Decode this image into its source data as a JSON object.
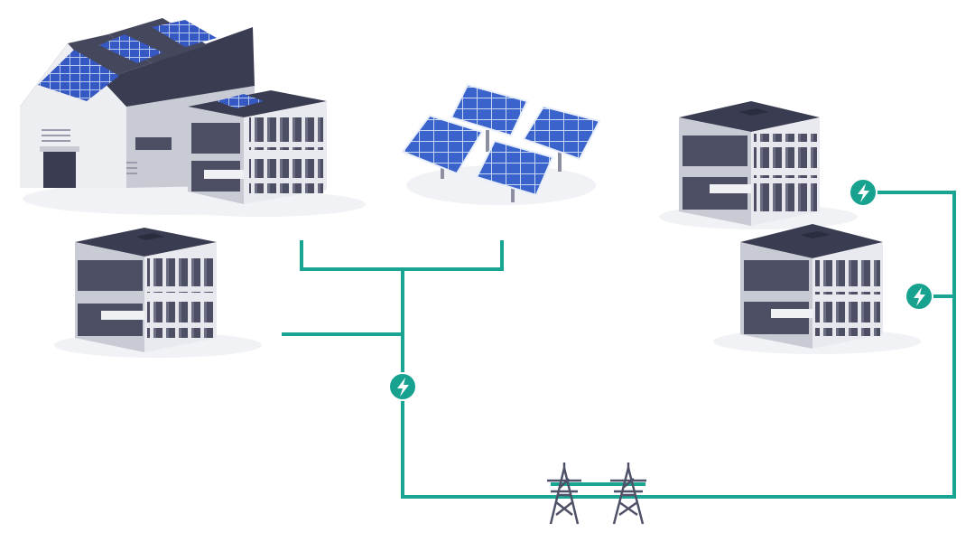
{
  "diagram": {
    "elements": {
      "factory": {
        "kind": "factory-with-rooftop-solar"
      },
      "office_top_left": {
        "kind": "office-building"
      },
      "office_left": {
        "kind": "office-building"
      },
      "solar_array": {
        "kind": "solar-panel-array",
        "panel_count": 4
      },
      "office_right_top": {
        "kind": "office-building"
      },
      "office_right_bottom": {
        "kind": "office-building"
      },
      "pylons": {
        "kind": "power-transmission-tower",
        "count": 2
      }
    },
    "grid_nodes": [
      {
        "id": "node-central",
        "icon": "lightning-bolt-icon"
      },
      {
        "id": "node-right-top",
        "icon": "lightning-bolt-icon"
      },
      {
        "id": "node-right-bottom",
        "icon": "lightning-bolt-icon"
      }
    ]
  },
  "colors": {
    "grid_line": "#1aa592",
    "node_fill": "#17a290",
    "wall_light": "#e9eaef",
    "wall_shadow": "#c7c9d2",
    "window": "#4c4e63",
    "roof": "#3a3c51",
    "solar_panel": "#3a63cc",
    "solar_cell_line": "#c7d6f5",
    "pylon": "#4e5167"
  }
}
